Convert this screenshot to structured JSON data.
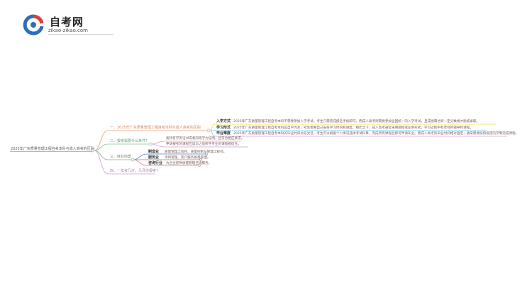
{
  "logo": {
    "title": "自考网",
    "subtitle": "zikao-zikao.com"
  },
  "mindmap": {
    "root": "2025年广东质量管理工程自考本科与成人高考的区别",
    "branches": [
      {
        "label": "一、2025年广东质量管理工程自考本科与成人高考的区别",
        "children": [
          {
            "label": "入学方式",
            "text": "2025年广东质量管理工程自考本科不需要参加入学考试，考生只需完成报名手续即可。而成人高考则需要参加全国统一的入学考试，且成绩需达到一定分数线才能被录取。"
          },
          {
            "label": "学习形式",
            "text": "2025年广东质量管理工程自考本科是自学为主，考生需要自己安排学习时间和进度。相比之下，成人高考通常采用函授或业余形式，学习过程中有老师的辅导和课程。"
          },
          {
            "label": "毕业难度",
            "text": "2025年广东质量管理工程自考本科的毕业时间比较灵活，考生可以根据个人情况选择考试科目，完成所有课程后即可申请毕业。而成人高考的毕业时间相对固定，通常需要按照规定的学制完成课程。"
          }
        ]
      },
      {
        "label": "二、报考需要什么条件?",
        "children": [
          {
            "text": "要持有学历证书或者同等学力证明，且符合相应要求。"
          },
          {
            "text": "申请报考的课程应该与之前所学专业的课程相结合。"
          }
        ]
      },
      {
        "label": "三、就业前景",
        "children": [
          {
            "label": "制造业",
            "text": "质量管理工程师、质量控制与管理工程师。"
          },
          {
            "label": "服务业",
            "text": "项目管理、客户服务质量管理。"
          },
          {
            "label": "咨询行业",
            "text": "为企业提供质量管理咨询服务。"
          }
        ]
      },
      {
        "label": "四、一年考几次，几月份报考?"
      }
    ]
  },
  "colors": {
    "root_line": "#7ea8d4",
    "branch1": "#e0a074",
    "branch2": "#8cc49a",
    "branch3": "#8fb083",
    "branch4": "#c4a0c8",
    "b1_child1": "#f1e04a",
    "b1_child2": "#8ccff0",
    "b1_child3": "#cfa6d8",
    "b2_child1": "#e1a0a6",
    "b2_child2": "#c5a2d2",
    "b3_child1": "#5e82c0",
    "b3_child2": "#a67862",
    "b3_child3": "#c07fa2"
  }
}
